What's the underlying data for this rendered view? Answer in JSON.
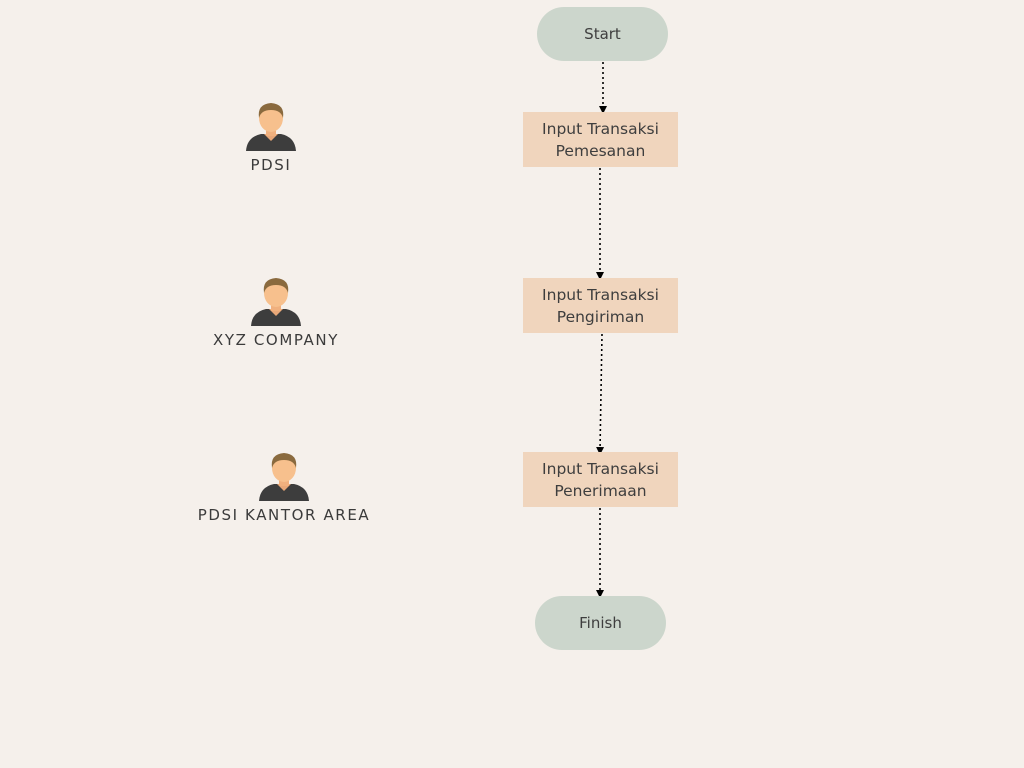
{
  "diagram": {
    "start_label": "Start",
    "finish_label": "Finish",
    "steps": [
      {
        "label": "Input Transaksi\nPemesanan"
      },
      {
        "label": "Input Transaksi\nPengiriman"
      },
      {
        "label": "Input Transaksi\nPenerimaan"
      }
    ],
    "actors": [
      {
        "name": "PDSI"
      },
      {
        "name": "XYZ COMPANY"
      },
      {
        "name": "PDSI KANTOR AREA"
      }
    ]
  },
  "colors": {
    "background": "#f5f0eb",
    "terminal_fill": "#ccd6cc",
    "process_fill": "#f0d5bd",
    "connector": "#000000"
  }
}
